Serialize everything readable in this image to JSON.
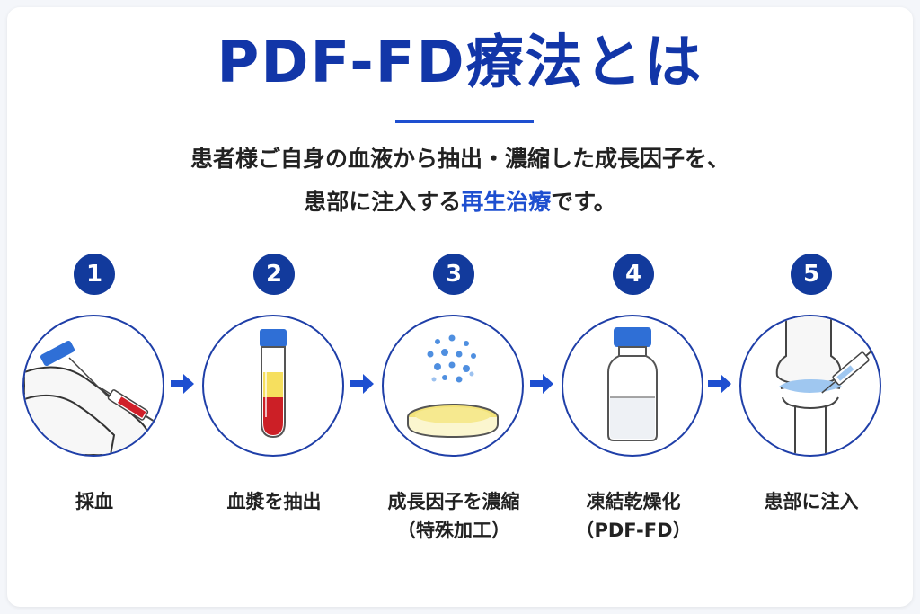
{
  "title": "PDF-FD療法とは",
  "subtitle": {
    "line1": "患者様ご自身の血液から抽出・濃縮した成長因子を、",
    "line2_before": "患部に注入する",
    "line2_highlight": "再生治療",
    "line2_after": "です。"
  },
  "steps": [
    {
      "number": "1",
      "label": "採血",
      "sublabel": "",
      "illustration": "blood-draw-arm-icon"
    },
    {
      "number": "2",
      "label": "血漿を抽出",
      "sublabel": "",
      "illustration": "test-tube-icon"
    },
    {
      "number": "3",
      "label": "成長因子を濃縮",
      "sublabel": "（特殊加工）",
      "illustration": "petri-dish-icon"
    },
    {
      "number": "4",
      "label": "凍結乾燥化",
      "sublabel": "（PDF-FD）",
      "illustration": "vial-icon"
    },
    {
      "number": "5",
      "label": "患部に注入",
      "sublabel": "",
      "illustration": "knee-injection-icon"
    }
  ],
  "colors": {
    "title": "#1236a8",
    "accent": "#1e4fd0",
    "badge": "#123a9c",
    "arrow": "#1e4fd0"
  }
}
